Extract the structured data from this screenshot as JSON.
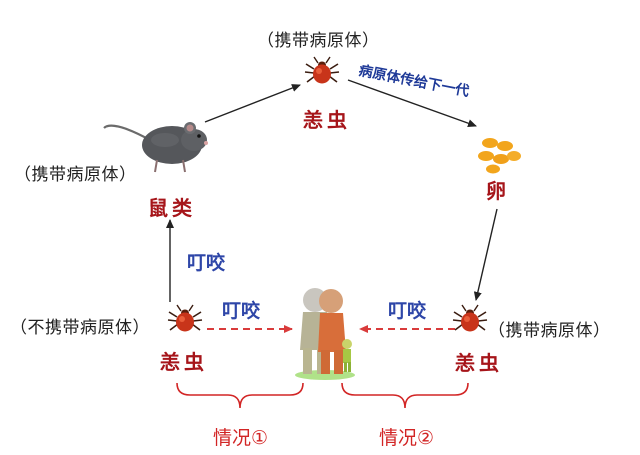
{
  "carrier_label": "（携带病原体）",
  "non_carrier_label": "（不携带病原体）",
  "chigger_label": "恙虫",
  "rodent_label": "鼠类",
  "egg_label": "卵",
  "transmit_label": "病原体传给下一代",
  "bite_label": "叮咬",
  "case_1_label": "情况①",
  "case_2_label": "情况②",
  "colors": {
    "name_red": "#a6151a",
    "bite_blue": "#2e46a8",
    "case_red": "#d22525",
    "dashed_arrow": "#d93b3b",
    "egg_orange": "#f2a51c"
  },
  "icons": [
    "mite-icon",
    "rat-icon",
    "eggs-icon",
    "people-icon"
  ]
}
